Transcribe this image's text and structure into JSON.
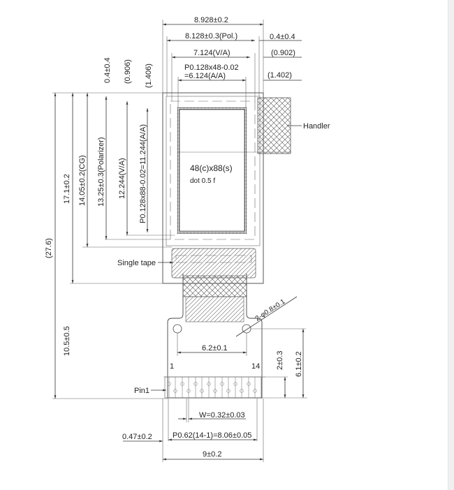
{
  "top_dimensions": {
    "overall_width": "8.928±0.2",
    "polarizer_width": "8.128±0.3(Pol.)",
    "polarizer_offset": "0.4±0.4",
    "viewing_area_width": "7.124(V/A)",
    "va_offset": "(0.902)",
    "active_area_line1": "P0.128x48-0.02",
    "active_area_line2": "=6.124(A/A)",
    "aa_offset": "(1.402)"
  },
  "left_dimensions": {
    "total_height": "(27.6)",
    "glass_height": "17.1±0.2",
    "cover_glass_height": "14.05±0.2(CG)",
    "polarizer_height": "13.25±0.3(Polarizer)",
    "viewing_area_height": "12.244(V/A)",
    "active_area_height": "P0.128x88-0.02=11.244(A/A)",
    "top_offset_1": "0.4±0.4",
    "top_offset_2": "(0.906)",
    "top_offset_3": "(1.406)",
    "fpc_height": "10.5±0.5"
  },
  "display": {
    "resolution": "48(c)x88(s)",
    "pixel_note": "dot 0.5 (faint)"
  },
  "labels": {
    "handler": "Handler",
    "single_tape": "Single tape",
    "pin1": "Pin1",
    "pin_first": "1",
    "pin_last": "14"
  },
  "fpc_dimensions": {
    "hole_diameter": "2-φ0.8±0.1",
    "hole_spacing": "6.2±0.1",
    "pad_to_hole": "2±0.3",
    "hole_to_edge": "6.1±0.2",
    "pin_width": "W=0.32±0.03",
    "pin_pitch": "P0.62(14-1)=8.06±0.05",
    "pin_margin": "0.47±0.2",
    "fpc_width": "9±0.2"
  },
  "pins": {
    "count": 14
  },
  "colors": {
    "line": "#333333",
    "background": "#ffffff",
    "scroll_strip": "#f0f0f0"
  }
}
